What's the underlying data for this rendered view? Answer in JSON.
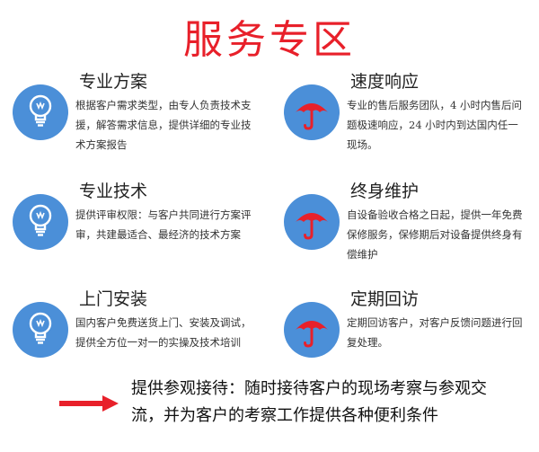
{
  "page": {
    "title": "服务专区"
  },
  "cards": [
    {
      "title": "专业方案",
      "description": "根据客户需求类型，由专人负责技术支援，解答需求信息，提供详细的专业技术方案报告",
      "icon": "lightbulb-icon"
    },
    {
      "title": "速度响应",
      "description": "专业的售后服务团队，4 小时内售后问题极速响应，24 小时内到达国内任一现场。",
      "icon": "umbrella-icon"
    },
    {
      "title": "专业技术",
      "description": "提供评审权限：与客户共同进行方案评审，共建最适合、最经济的技术方案",
      "icon": "lightbulb-icon"
    },
    {
      "title": "终身维护",
      "description": "自设备验收合格之日起，提供一年免费保修服务，保修期后对设备提供终身有偿维护",
      "icon": "umbrella-icon"
    },
    {
      "title": "上门安装",
      "description": "国内客户免费送货上门、安装及调试，提供全方位一对一的实操及技术培训",
      "icon": "lightbulb-icon"
    },
    {
      "title": "定期回访",
      "description": "定期回访客户，对客户反馈问题进行回复处理。",
      "icon": "umbrella-icon"
    }
  ],
  "footer": {
    "text": "提供参观接待：随时接待客户的现场考察与参观交流，并为客户的考察工作提供各种便利条件",
    "arrow_icon": "red-arrow-icon"
  },
  "colors": {
    "accent": "#e8202a",
    "icon_circle": "#4b8fd8",
    "umbrella": "#e8202a",
    "bulb": "#ffffff"
  }
}
